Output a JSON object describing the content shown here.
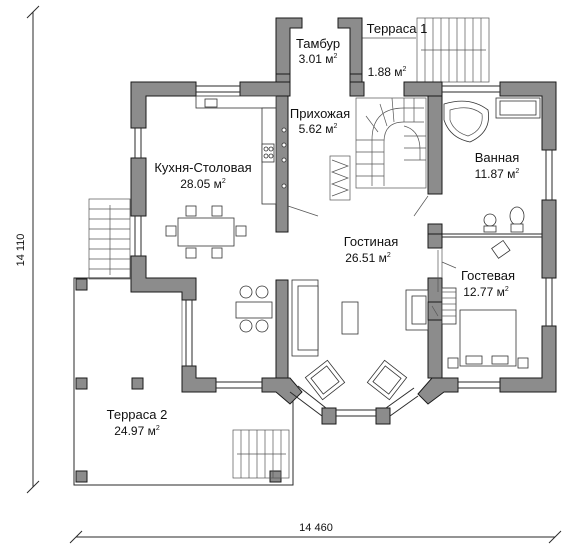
{
  "rooms": [
    {
      "key": "tambur",
      "name": "Тамбур",
      "area": "3.01",
      "unit": "м",
      "power": "2"
    },
    {
      "key": "terrace1",
      "name": "Терраса 1",
      "area": "1.88",
      "unit": "м",
      "power": "2"
    },
    {
      "key": "hall",
      "name": "Прихожая",
      "area": "5.62",
      "unit": "м",
      "power": "2"
    },
    {
      "key": "kitchen",
      "name": "Кухня-Столовая",
      "area": "28.05",
      "unit": "м",
      "power": "2"
    },
    {
      "key": "bath",
      "name": "Ванная",
      "area": "11.87",
      "unit": "м",
      "power": "2"
    },
    {
      "key": "living",
      "name": "Гостиная",
      "area": "26.51",
      "unit": "м",
      "power": "2"
    },
    {
      "key": "guest",
      "name": "Гостевая",
      "area": "12.77",
      "unit": "м",
      "power": "2"
    },
    {
      "key": "terrace2",
      "name": "Терраса 2",
      "area": "24.97",
      "unit": "м",
      "power": "2"
    }
  ],
  "dimensions": {
    "width": "14 460",
    "height": "14 110"
  }
}
